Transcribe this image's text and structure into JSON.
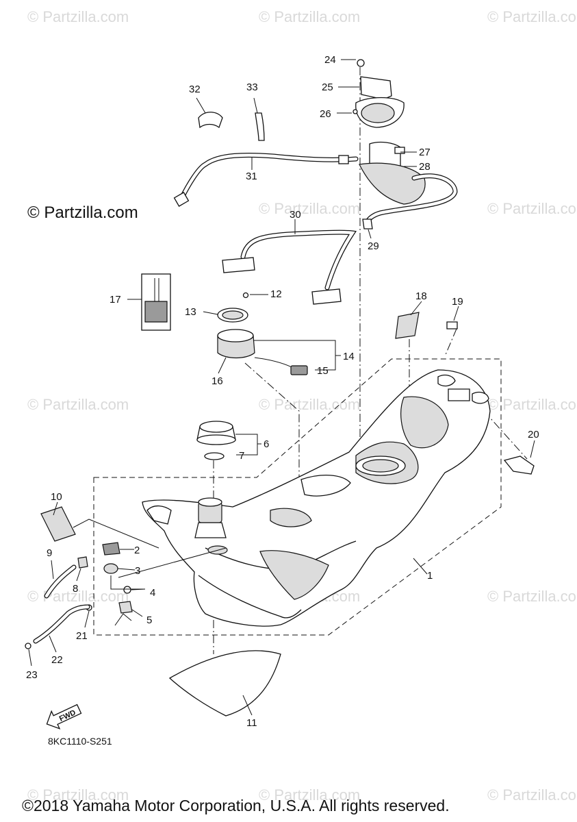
{
  "watermarks": {
    "text": "© Partzilla.com",
    "main_text": "© Partzilla.com"
  },
  "diagram_code": "8KC1110-S251",
  "fwd_label": "FWD",
  "copyright": "©2018 Yamaha Motor Corporation, U.S.A. All rights reserved.",
  "callouts": [
    "1",
    "2",
    "3",
    "4",
    "5",
    "6",
    "7",
    "8",
    "9",
    "10",
    "11",
    "12",
    "13",
    "14",
    "15",
    "16",
    "17",
    "18",
    "19",
    "20",
    "21",
    "22",
    "23",
    "24",
    "25",
    "26",
    "27",
    "28",
    "29",
    "30",
    "31",
    "32",
    "33"
  ]
}
